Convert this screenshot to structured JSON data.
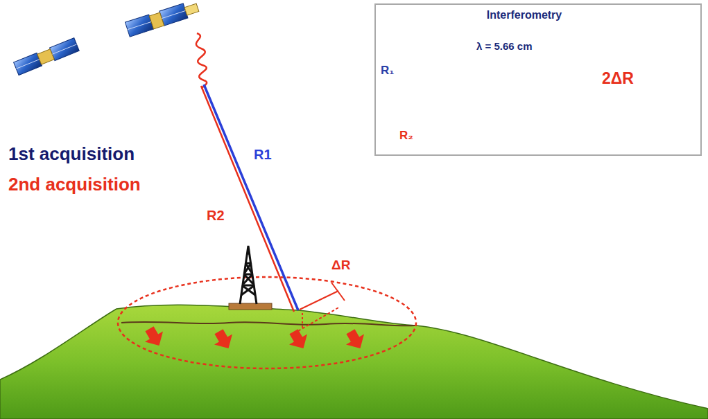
{
  "diagram": {
    "nodes": [
      {
        "text": [
          "Interferometry"
        ]
      }
    ],
    "labels": [
      "λ = 5.66 cm",
      "R₁",
      "R₂",
      "2ΔR",
      "1st acquisition",
      "2nd acquisition",
      "R1",
      "R2",
      "ΔR"
    ]
  }
}
